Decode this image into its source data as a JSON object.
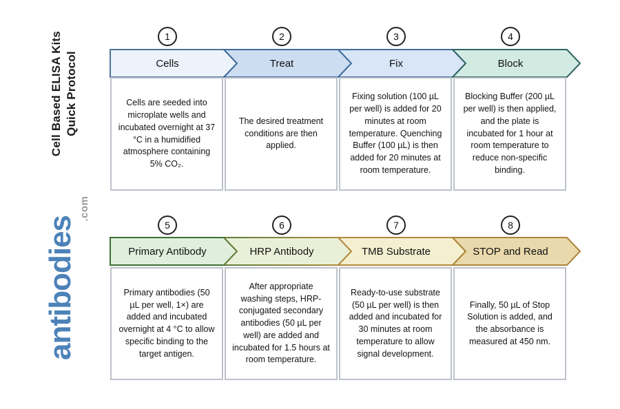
{
  "sidebar": {
    "title_line1": "Cell Based ELISA Kits",
    "title_line2": "Quick Protocol",
    "logo_text": "antibodies",
    "logo_suffix": ".com",
    "logo_color": "#4d82b8",
    "logo_suffix_color": "#999999"
  },
  "steps": [
    {
      "number": "1",
      "label": "Cells",
      "description": "Cells are seeded into microplate wells and incubated overnight at 37 °C in a humidified atmosphere containing 5% CO₂.",
      "fill": "#ecf3fa",
      "stroke": "#4d739c"
    },
    {
      "number": "2",
      "label": "Treat",
      "description": "The desired treatment conditions are then applied.",
      "fill": "#ccddf2",
      "stroke": "#40699a"
    },
    {
      "number": "3",
      "label": "Fix",
      "description": "Fixing solution (100 µL per well) is added for 20 minutes at room temperature. Quenching Buffer (100 µL) is then added for 20 minutes at room temperature.",
      "fill": "#d8e6f7",
      "stroke": "#3f6c9b"
    },
    {
      "number": "4",
      "label": "Block",
      "description": "Blocking Buffer (200 µL per well) is then applied, and the plate is incubated for 1 hour at room temperature to reduce non-specific binding.",
      "fill": "#d2ebe2",
      "stroke": "#2f6362"
    },
    {
      "number": "5",
      "label": "Primary Antibody",
      "description": "Primary antibodies (50 µL per well, 1×) are added and incubated overnight at 4 °C to allow specific binding to the target antigen.",
      "fill": "#e0efdb",
      "stroke": "#3a6e30"
    },
    {
      "number": "6",
      "label": "HRP Antibody",
      "description": "After appropriate washing steps, HRP-conjugated secondary antibodies (50 µL per well) are added and incubated for 1.5 hours at room temperature.",
      "fill": "#eaf0d8",
      "stroke_from": "#5e7c3a",
      "stroke_to": "#b38d3f"
    },
    {
      "number": "7",
      "label": "TMB Substrate",
      "description": "Ready-to-use substrate (50 µL per well) is then added and incubated for 30 minutes at room temperature to allow signal development.",
      "fill": "#f4efcf",
      "stroke": "#b1883c"
    },
    {
      "number": "8",
      "label": "STOP and Read",
      "description": "Finally, 50 µL of Stop Solution is added, and the absorbance is measured at 450 nm.",
      "fill": "#ead9ac",
      "stroke": "#ab8439"
    }
  ]
}
